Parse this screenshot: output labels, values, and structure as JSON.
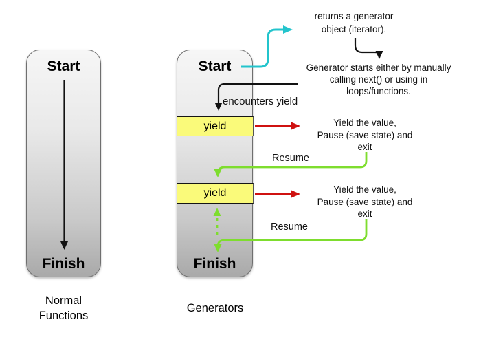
{
  "colors": {
    "cyan": "#23c4cc",
    "red": "#cf1110",
    "green": "#7edd2e",
    "yield_fill": "#fafa7a",
    "box_border": "#6f6f6f",
    "box_gradient_top": "#f6f6f6",
    "box_gradient_bottom": "#a9a9a9"
  },
  "left_flow": {
    "start_label": "Start",
    "finish_label": "Finish",
    "caption": "Normal\nFunctions"
  },
  "right_flow": {
    "start_label": "Start",
    "finish_label": "Finish",
    "caption": "Generators",
    "yield_label_1": "yield",
    "yield_label_2": "yield"
  },
  "annotations": {
    "returns_generator": "returns a generator\nobject (iterator).",
    "generator_starts": "Generator starts either by manually\ncalling next() or using in\nloops/functions.",
    "encounters_yield": "encounters yield",
    "yield_effect_1": "Yield  the value,\nPause (save state) and\nexit",
    "yield_effect_2": "Yield  the value,\nPause (save state) and\nexit",
    "resume_1": "Resume",
    "resume_2": "Resume"
  }
}
